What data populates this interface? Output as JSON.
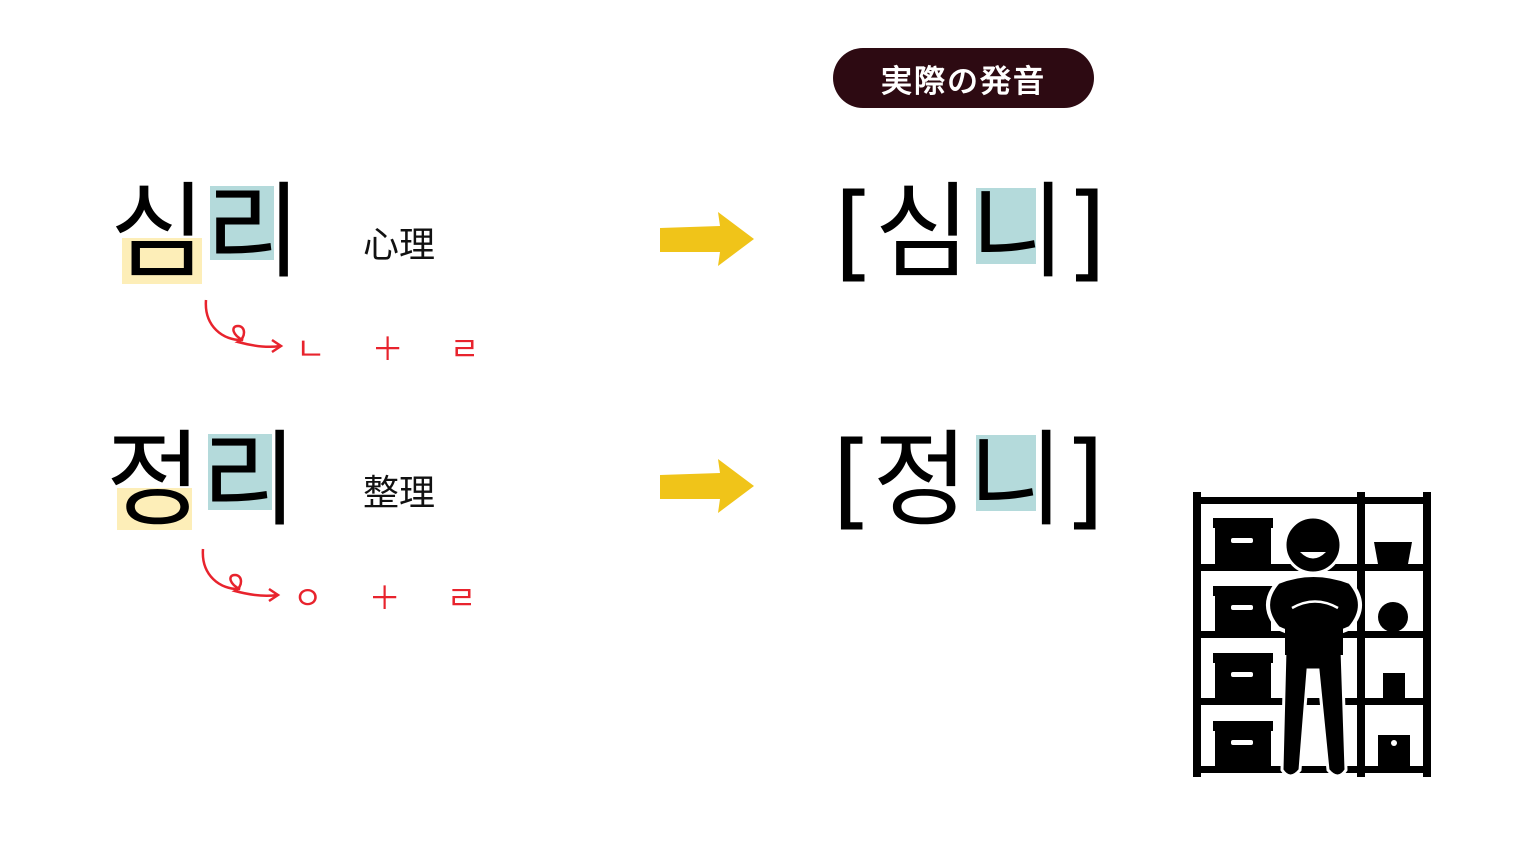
{
  "badge": {
    "label": "実際の発音"
  },
  "rows": [
    {
      "word": "심리",
      "kanji": "心理",
      "parts": "ㄴ ＋ ㄹ",
      "pronunciation": "[심니]"
    },
    {
      "word": "정리",
      "kanji": "整理",
      "parts": "ㅇ ＋ ㄹ",
      "pronunciation": "[정니]"
    }
  ],
  "colors": {
    "badge": "#2d0a12",
    "yellow_highlight": "#fdeeb8",
    "teal_highlight": "#b4dadb",
    "red": "#e8232d",
    "arrow": "#f0c419"
  }
}
